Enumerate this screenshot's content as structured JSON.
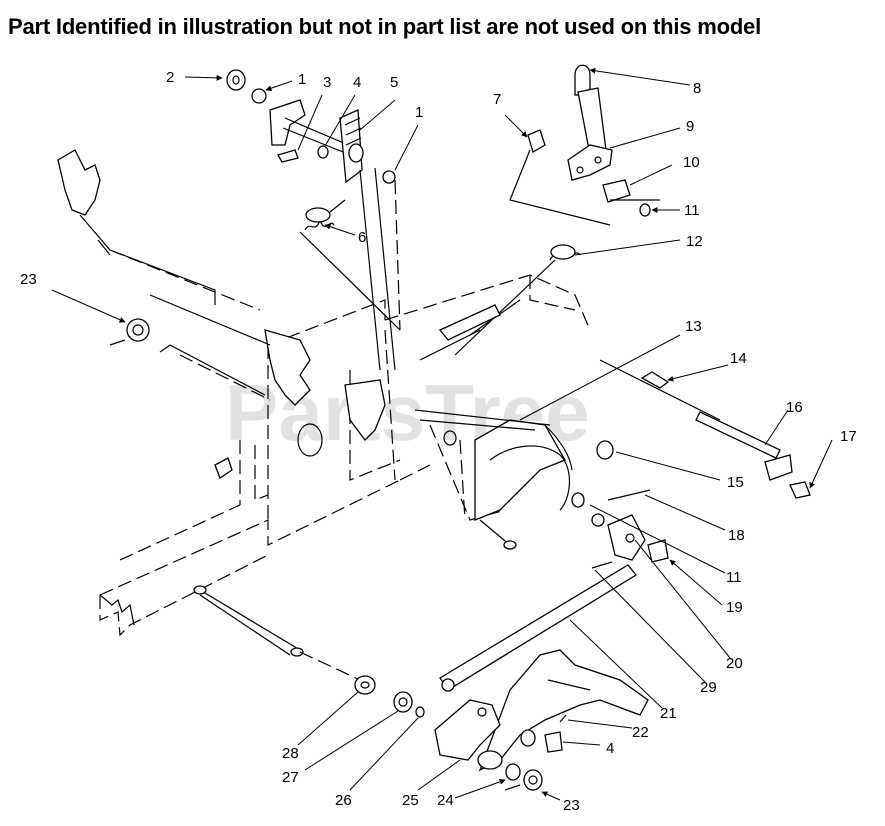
{
  "header": {
    "note": "Part Identified in illustration but not in part list are not used on this model"
  },
  "watermark": {
    "text": "PartsTree"
  },
  "callouts": {
    "c2": "2",
    "c1a": "1",
    "c3": "3",
    "c4a": "4",
    "c5": "5",
    "c1b": "1",
    "c6": "6",
    "c7": "7",
    "c8": "8",
    "c9": "9",
    "c10": "10",
    "c11a": "11",
    "c12": "12",
    "c23a": "23",
    "c13": "13",
    "c14": "14",
    "c16": "16",
    "c15": "15",
    "c17": "17",
    "c18": "18",
    "c11b": "11",
    "c19": "19",
    "c20": "20",
    "c29": "29",
    "c21": "21",
    "c22": "22",
    "c4b": "4",
    "c28": "28",
    "c27": "27",
    "c26": "26",
    "c25": "25",
    "c24": "24",
    "c23b": "23"
  },
  "colors": {
    "ink": "#000000",
    "paper": "#ffffff",
    "watermark": "#d9d9d9"
  }
}
